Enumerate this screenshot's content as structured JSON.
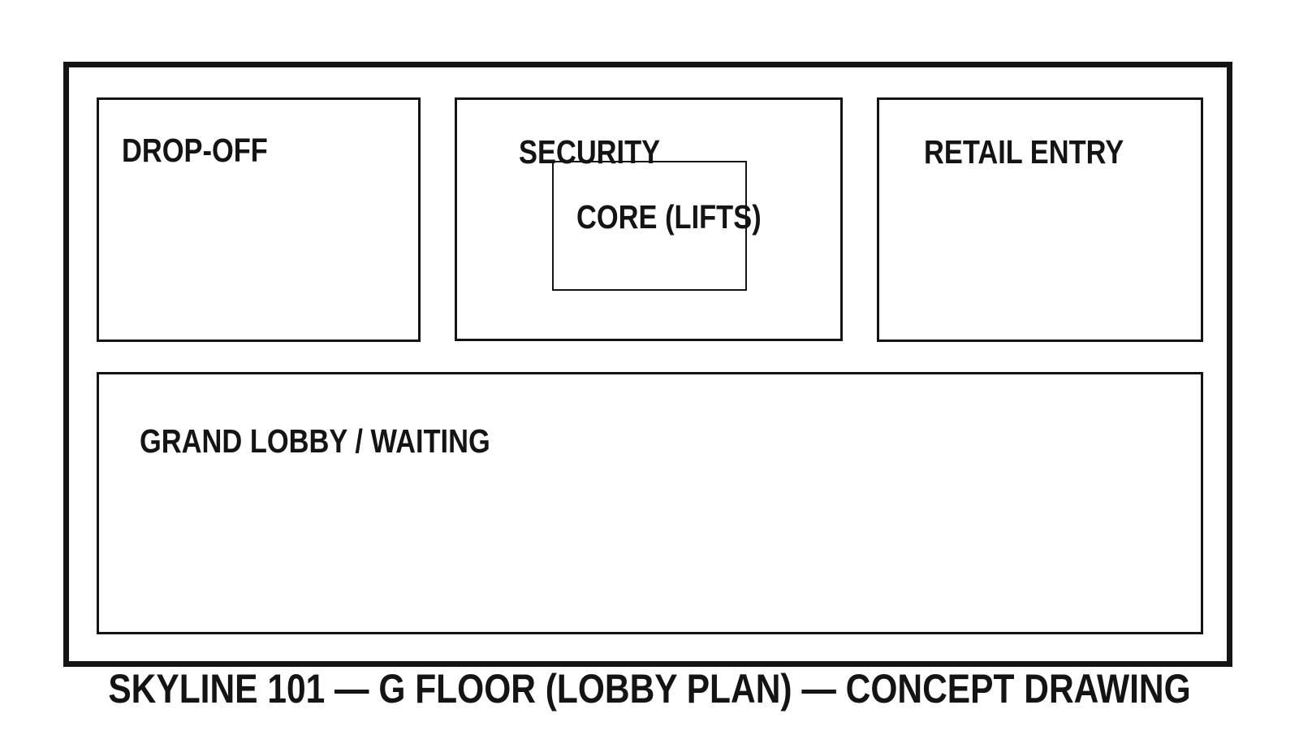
{
  "drawing": {
    "title": "SKYLINE 101 — G FLOOR (LOBBY PLAN) — CONCEPT DRAWING",
    "rooms": [
      {
        "id": "drop-off",
        "label": "DROP-OFF"
      },
      {
        "id": "security",
        "label": "SECURITY"
      },
      {
        "id": "core-lifts",
        "label": "CORE (LIFTS)"
      },
      {
        "id": "retail-entry",
        "label": "RETAIL ENTRY"
      },
      {
        "id": "grand-lobby",
        "label": "GRAND LOBBY / WAITING"
      }
    ],
    "colors": {
      "line": "#141414",
      "background": "#ffffff",
      "text": "#141414"
    }
  }
}
